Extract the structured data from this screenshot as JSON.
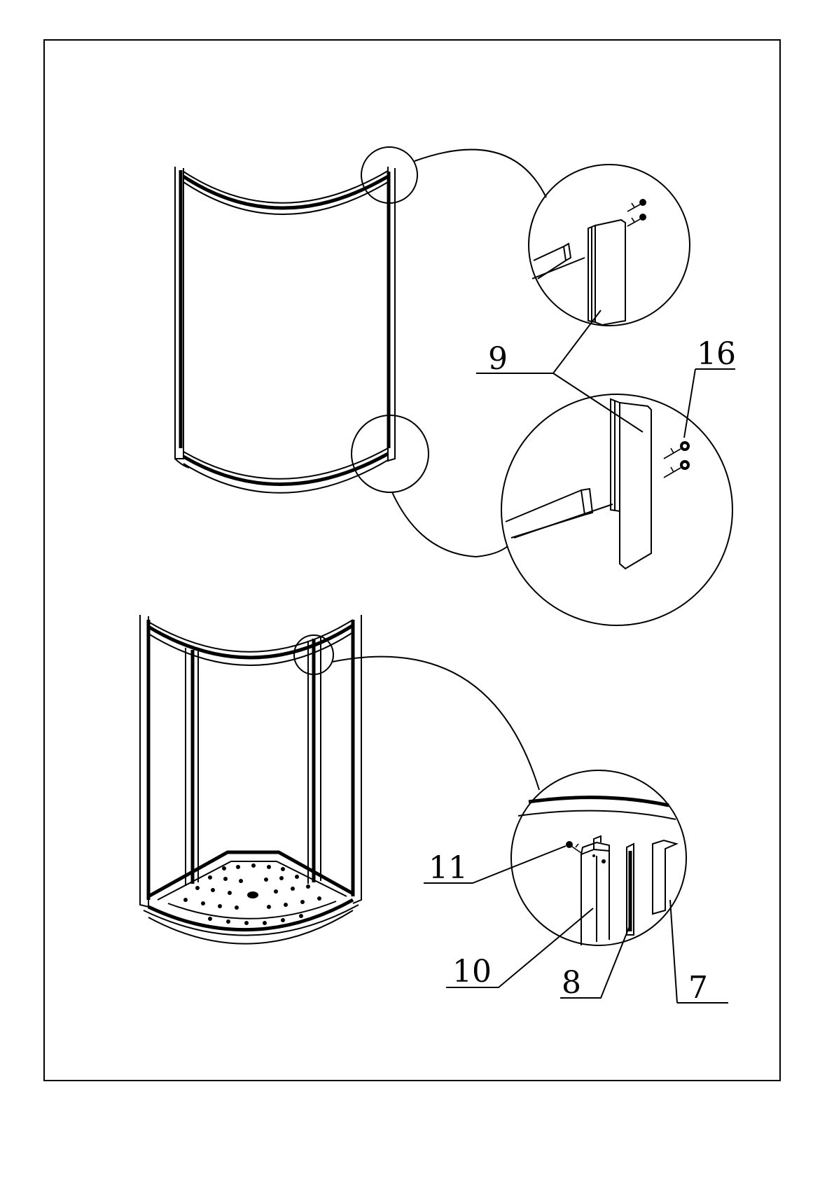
{
  "callouts": {
    "part_9": "9",
    "part_16": "16",
    "part_11": "11",
    "part_10": "10",
    "part_8": "8",
    "part_7": "7"
  }
}
